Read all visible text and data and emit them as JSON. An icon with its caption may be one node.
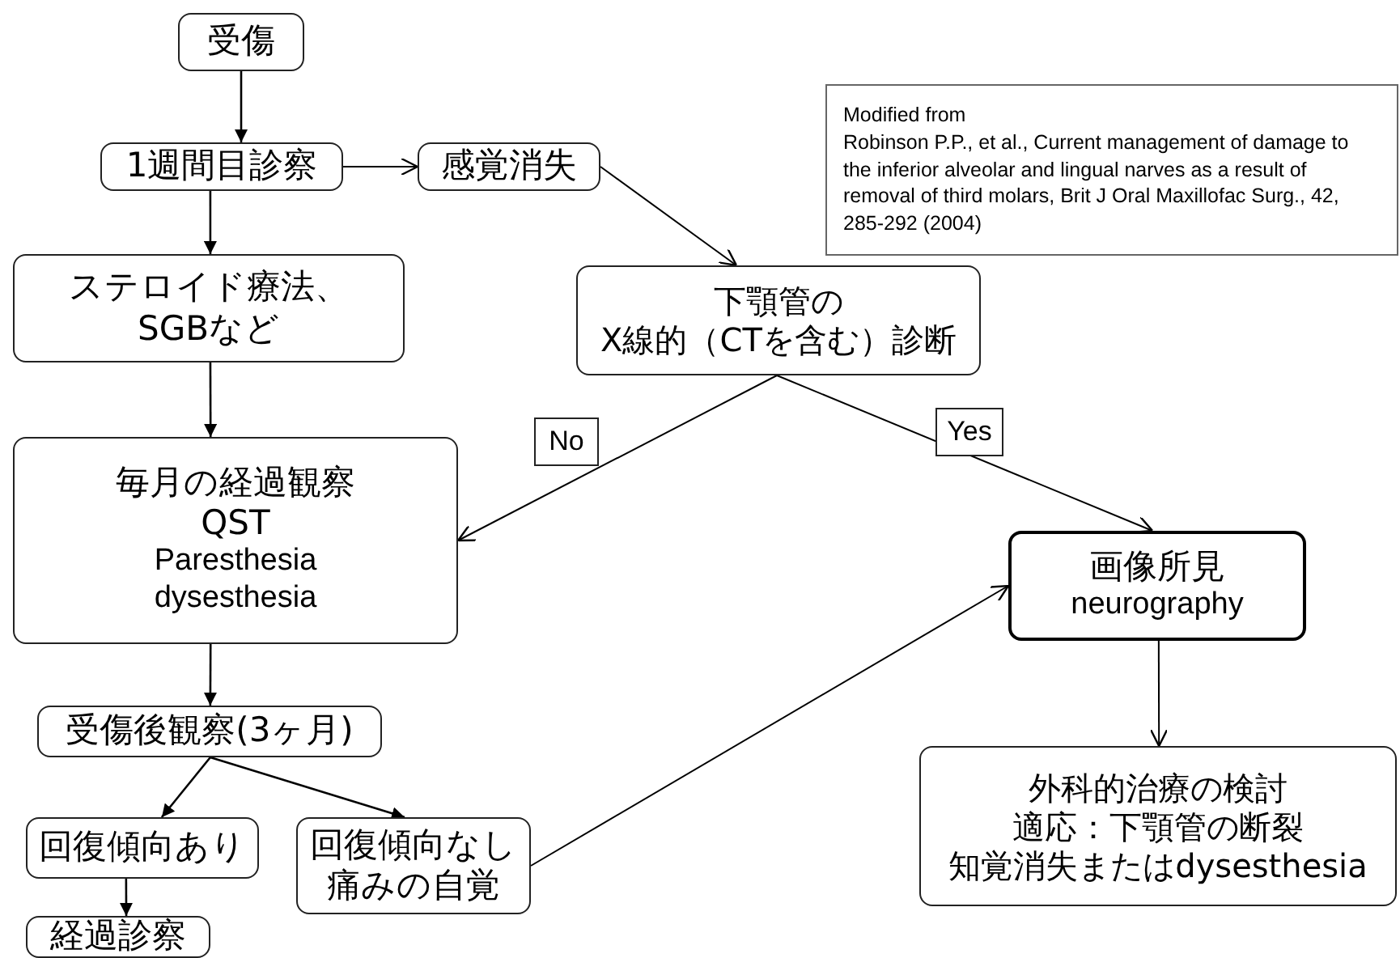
{
  "diagram": {
    "nodes": [
      {
        "text": [
          "受傷"
        ]
      },
      {
        "text": [
          "1週間目診察"
        ]
      },
      {
        "text": [
          "感覚消失"
        ]
      },
      {
        "text": [
          "ステロイド療法、",
          "SGBなど"
        ]
      },
      {
        "text": [
          "下顎管の",
          "X線的（CTを含む）診断"
        ]
      },
      {
        "text": [
          "毎月の経過観察",
          "QST",
          "Paresthesia",
          "dysesthesia"
        ]
      },
      {
        "text": [
          "画像所見",
          "neurography"
        ]
      },
      {
        "text": [
          "受傷後観察(3ヶ月)"
        ]
      },
      {
        "text": [
          "外科的治療の検討",
          "適応：下顎管の断裂",
          "知覚消失またはdysesthesia"
        ]
      },
      {
        "text": [
          "回復傾向あり"
        ]
      },
      {
        "text": [
          "回復傾向なし",
          "痛みの自覚"
        ]
      },
      {
        "text": [
          "経過診察"
        ]
      },
      {
        "text": [
          "Modified from",
          "Robinson P.P., et al., Current management of damage to the inferior alveolar and lingual narves as a result of removal of third molars, Brit J Oral Maxillofac Surg., 42, 285-292 (2004)"
        ]
      }
    ],
    "edges": [
      {
        "from": 0,
        "to": 1,
        "arrow": "to"
      },
      {
        "from": 1,
        "to": 3,
        "arrow": "to"
      },
      {
        "from": 1,
        "to": 2,
        "arrow": "to"
      },
      {
        "from": 2,
        "to": 4,
        "arrow": "to"
      },
      {
        "from": 3,
        "to": 5,
        "arrow": "to"
      },
      {
        "from": 4,
        "to": 5,
        "arrow": "to",
        "label": "No"
      },
      {
        "from": 4,
        "to": 6,
        "arrow": "to",
        "label": "Yes"
      },
      {
        "from": 5,
        "to": 7,
        "arrow": "to"
      },
      {
        "from": 7,
        "to": 9,
        "arrow": "to"
      },
      {
        "from": 7,
        "to": 10,
        "arrow": "to"
      },
      {
        "from": 10,
        "to": 6,
        "arrow": "to"
      },
      {
        "from": 6,
        "to": 8,
        "arrow": "to"
      },
      {
        "from": 9,
        "to": 11,
        "arrow": "to"
      }
    ]
  }
}
